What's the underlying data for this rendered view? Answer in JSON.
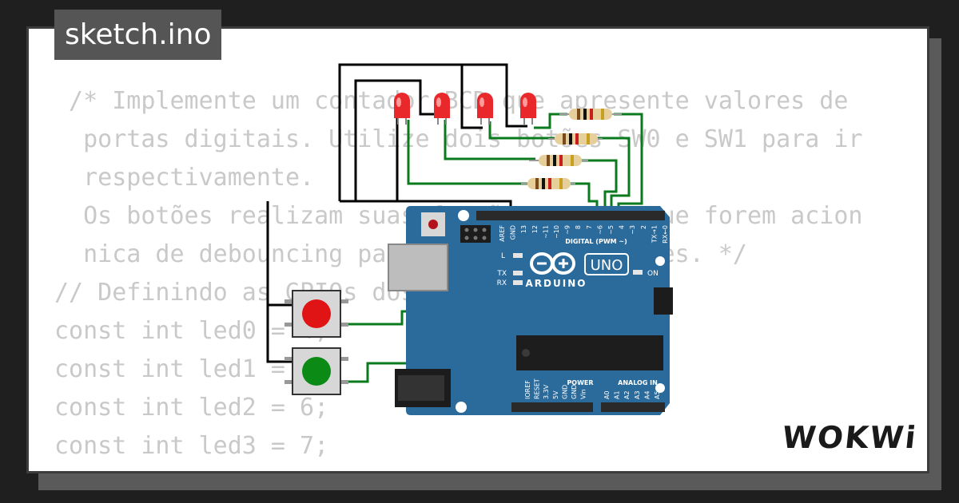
{
  "title": "sketch.ino",
  "brand": "WOKWi",
  "code_lines": [
    " /* Implemente um contador BCD que apresente valores de",
    "  portas digitais. Utilize dois botões SW0 e SW1 para ir",
    "  respectivamente.",
    "  Os botões realizam suas funções sempre que forem acion",
    "  nica de debouncing para cada um dos botões. */",
    "// Definindo as GPIOs dos LEDs",
    "const int led0 = 4;",
    "const int led1 = 5;",
    "const int led2 = 6;",
    "const int led3 = 7;"
  ],
  "board": {
    "logo_text": "ARDUINO",
    "model": "UNO",
    "on_label": "ON",
    "led_labels": [
      "L",
      "TX",
      "RX"
    ],
    "digital_header": "DIGITAL (PWM ~)",
    "digital_pins": [
      "AREF",
      "GND",
      "13",
      "12",
      "~11",
      "~10",
      "~9",
      "8",
      "7",
      "~6",
      "~5",
      "4",
      "~3",
      "2",
      "TX→1",
      "RX←0"
    ],
    "power_header": "POWER",
    "power_pins": [
      "IOREF",
      "RESET",
      "3.3V",
      "5V",
      "GND",
      "GND",
      "Vin"
    ],
    "analog_header": "ANALOG IN",
    "analog_pins": [
      "A0",
      "A1",
      "A2",
      "A3",
      "A4",
      "A5"
    ]
  },
  "colors": {
    "board": "#2b6b9c",
    "wire_gnd": "#000000",
    "wire_signal": "#0a7a1e",
    "led": "#e8282a",
    "button_red": "#e01414",
    "button_green": "#0c8a16"
  }
}
